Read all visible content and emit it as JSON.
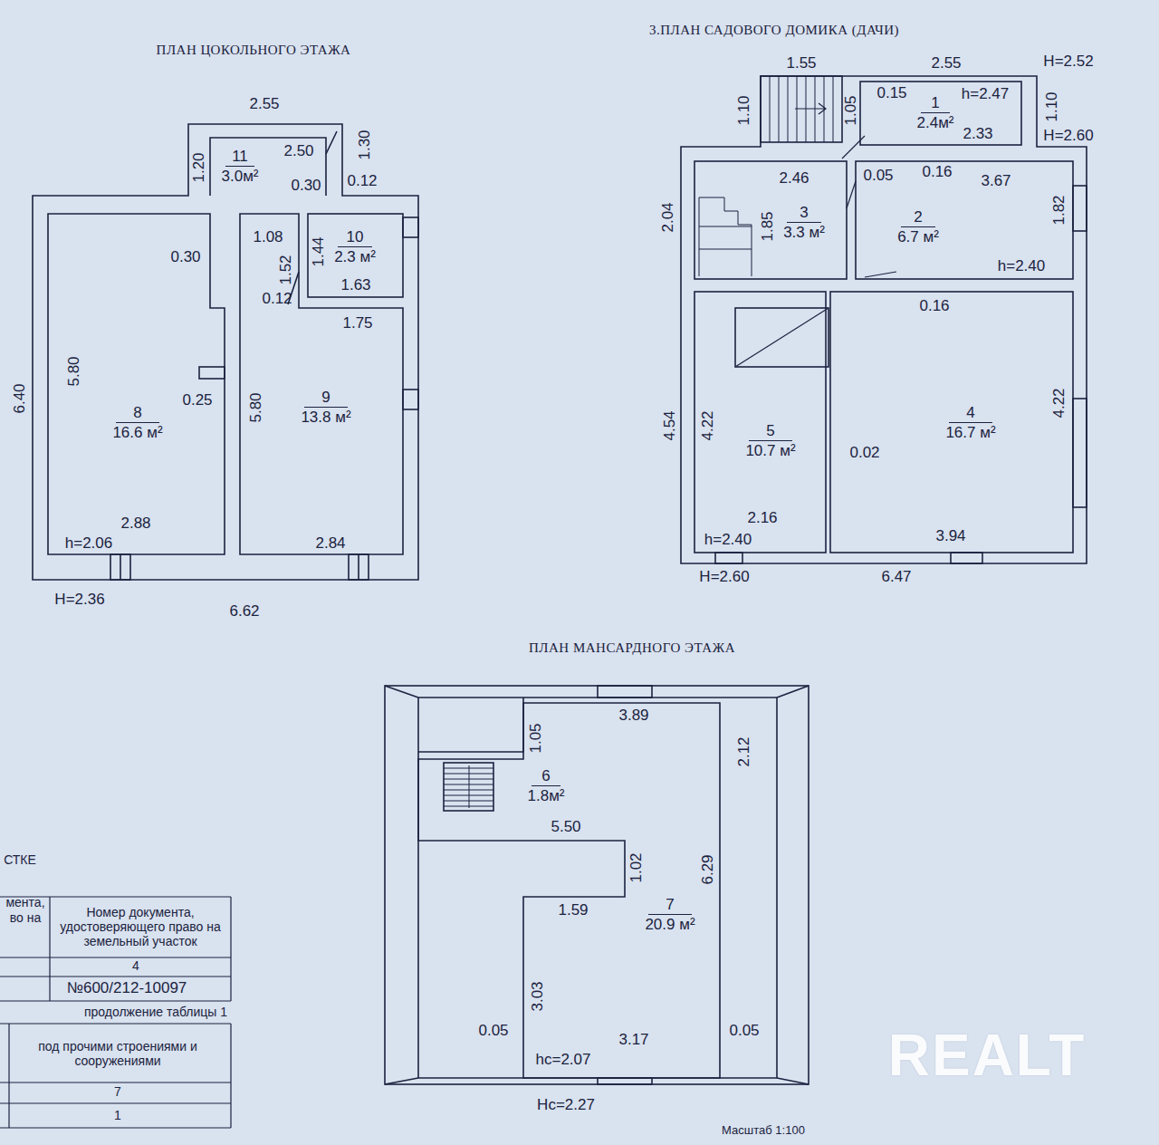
{
  "diagram": {
    "title": "3.ПЛАН САДОВОГО ДОМИКА (ДАЧИ)",
    "nodes": [
      {
        "text": [
          "11",
          "3.0м²"
        ]
      },
      {
        "text": [
          "10",
          "2.3 м²"
        ]
      },
      {
        "text": [
          "8",
          "16.6 м²"
        ]
      },
      {
        "text": [
          "9",
          "13.8 м²"
        ]
      },
      {
        "text": [
          "1",
          "2.4м²"
        ]
      },
      {
        "text": [
          "3",
          "3.3 м²"
        ]
      },
      {
        "text": [
          "2",
          "6.7 м²"
        ]
      },
      {
        "text": [
          "5",
          "10.7 м²"
        ]
      },
      {
        "text": [
          "4",
          "16.7 м²"
        ]
      },
      {
        "text": [
          "6",
          "1.8м²"
        ]
      },
      {
        "text": [
          "7",
          "20.9 м²"
        ]
      }
    ],
    "labels": [
      "ПЛАН ЦОКОЛЬНОГО ЭТАЖА",
      "2.55",
      "2.50",
      "1.30",
      "1.20",
      "0.30",
      "0.12",
      "1.08",
      "1.44",
      "1.52",
      "0.30",
      "1.63",
      "0.12",
      "1.75",
      "6.40",
      "5.80",
      "0.25",
      "5.80",
      "2.88",
      "h=2.06",
      "2.84",
      "H=2.36",
      "6.62",
      "1.55",
      "2.55",
      "H=2.52",
      "0.15",
      "h=2.47",
      "1.10",
      "1.05",
      "1.10",
      "2.33",
      "H=2.60",
      "2.46",
      "0.05",
      "0.16",
      "3.67",
      "2.04",
      "1.85",
      "1.82",
      "h=2.40",
      "0.16",
      "4.54",
      "4.22",
      "0.02",
      "4.22",
      "2.16",
      "3.94",
      "h=2.40",
      "H=2.60",
      "6.47",
      "ПЛАН МАНСАРДНОГО ЭТАЖА",
      "3.89",
      "1.05",
      "2.12",
      "5.50",
      "1.02",
      "6.29",
      "1.59",
      "3.03",
      "0.05",
      "3.17",
      "0.05",
      "hc=2.07",
      "Hc=2.27",
      "Масштаб 1:100",
      "СТКЕ",
      "мента,",
      "во на",
      "Номер документа, удостоверяющего право на земельный участок",
      "4",
      "№600/212-10097",
      "продолжение таблицы 1",
      "под прочими строениями и сооружениями",
      "7",
      "1",
      "REALT"
    ]
  }
}
